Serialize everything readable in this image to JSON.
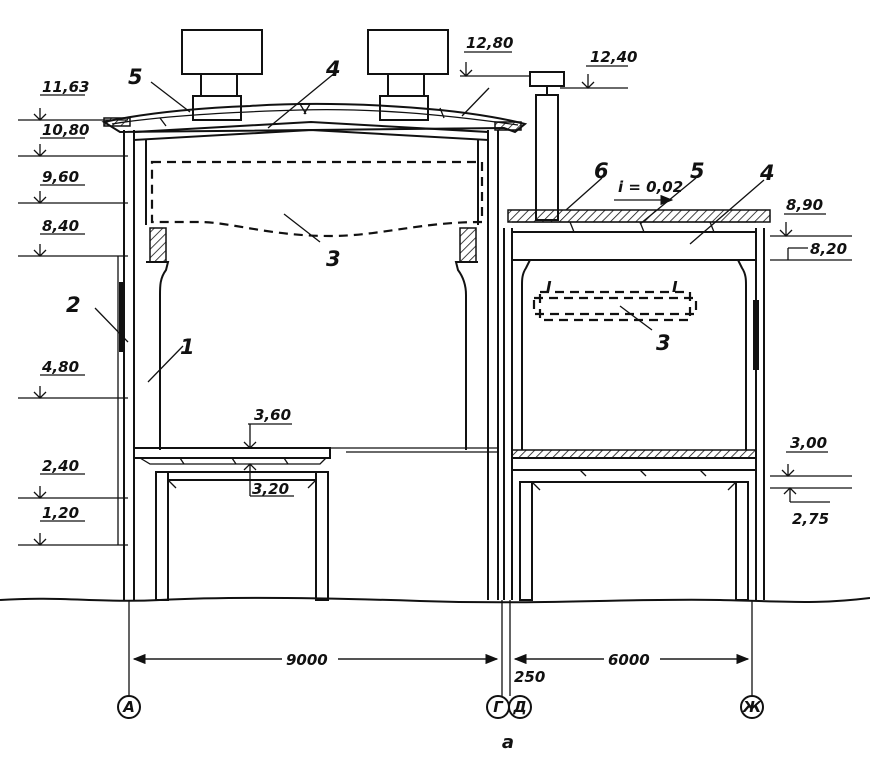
{
  "elevations": {
    "e1163": "11,63",
    "e1080": "10,80",
    "e960": "9,60",
    "e840": "8,40",
    "e480": "4,80",
    "e240": "2,40",
    "e120": "1,20",
    "e360": "3,60",
    "e320": "3,20",
    "e1280": "12,80",
    "e1240": "12,40",
    "e890": "8,90",
    "e820": "8,20",
    "e300": "3,00",
    "e275": "2,75"
  },
  "labels": {
    "l1": "1",
    "l2": "2",
    "l3a": "3",
    "l3b": "3",
    "l4a": "4",
    "l4b": "4",
    "l5a": "5",
    "l5b": "5",
    "l6": "6",
    "slope": "i = 0,02",
    "beam_mark_left": "I",
    "beam_mark_right": "I"
  },
  "dimensions": {
    "span_left": "9000",
    "span_right": "6000",
    "gap": "250"
  },
  "axes": [
    "А",
    "Г",
    "Д",
    "Ж"
  ],
  "caption": "а"
}
